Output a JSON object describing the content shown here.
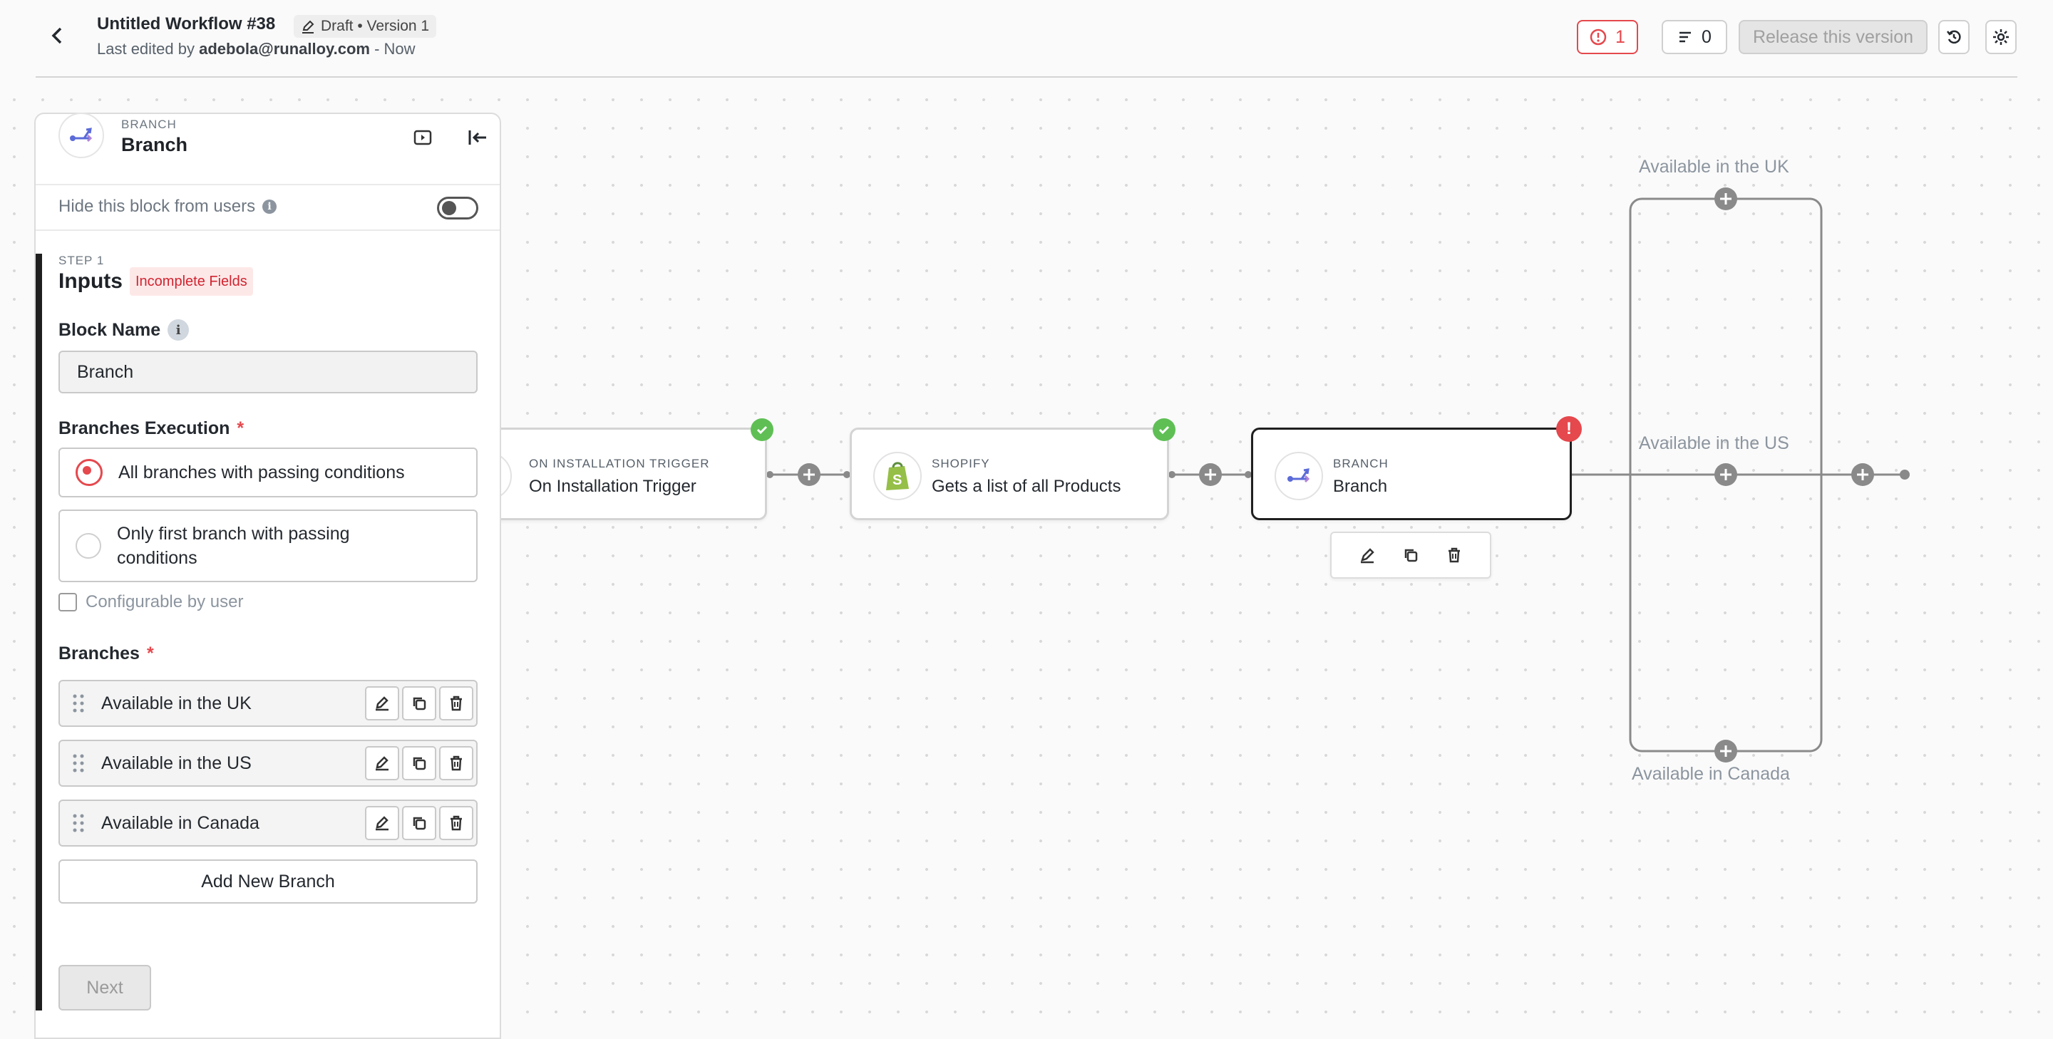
{
  "header": {
    "title": "Untitled Workflow #38",
    "status": "Draft • Version 1",
    "last_edited_prefix": "Last edited by ",
    "last_edited_user": "adebola@runalloy.com",
    "last_edited_suffix": " - Now",
    "error_count": "1",
    "log_count": "0",
    "release_label": "Release this version"
  },
  "panel": {
    "block_kind": "BRANCH",
    "block_name": "Branch",
    "hide_label": "Hide this block from users",
    "hide_info": "i",
    "step_label": "STEP 1",
    "step_title": "Inputs",
    "incomplete_badge": "Incomplete Fields",
    "block_name_label": "Block Name",
    "block_name_info": "i",
    "block_name_value": "Branch",
    "exec_label": "Branches Execution",
    "required_mark": "*",
    "exec_options": [
      {
        "label": "All branches with passing conditions",
        "selected": true
      },
      {
        "label": "Only first branch with passing conditions",
        "selected": false
      }
    ],
    "configurable_label": "Configurable by user",
    "branches_label": "Branches",
    "branches": [
      {
        "name": "Available in the UK"
      },
      {
        "name": "Available in the US"
      },
      {
        "name": "Available in Canada"
      }
    ],
    "add_branch_label": "Add New Branch",
    "next_label": "Next"
  },
  "canvas": {
    "nodes": [
      {
        "kind": "ON INSTALLATION TRIGGER",
        "name": "On Installation Trigger",
        "status": "ok"
      },
      {
        "kind": "SHOPIFY",
        "name": "Gets a list of all Products",
        "status": "ok"
      },
      {
        "kind": "BRANCH",
        "name": "Branch",
        "status": "error",
        "error_mark": "!"
      }
    ],
    "branch_labels": {
      "uk": "Available in the UK",
      "us": "Available in the US",
      "ca": "Available in Canada"
    }
  },
  "colors": {
    "accent_error": "#e5484d",
    "ok_green": "#5fbf55",
    "shopify_green": "#95bf47",
    "branch_icon_blue": "#5b6bd8"
  }
}
